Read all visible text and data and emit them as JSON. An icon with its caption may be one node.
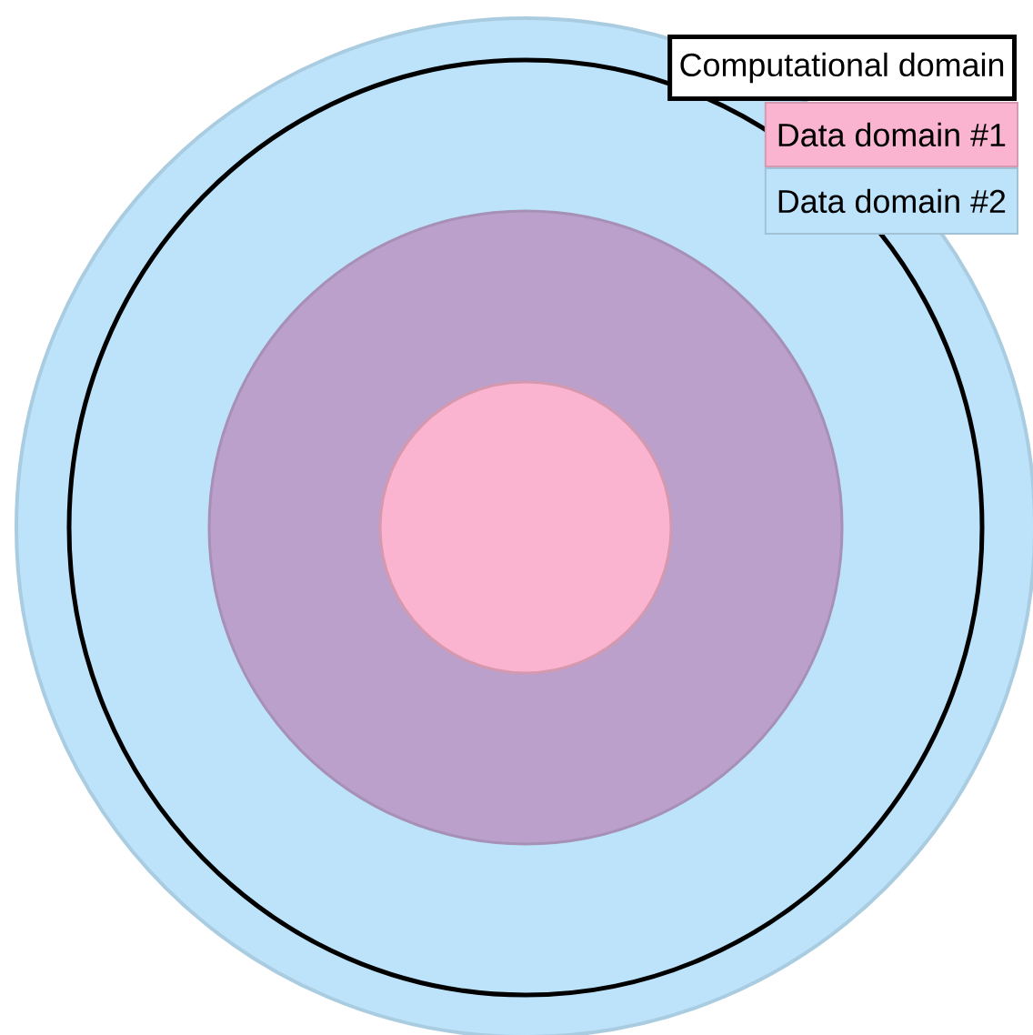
{
  "diagram": {
    "legend": [
      {
        "text": "Computational domain"
      },
      {
        "text": "Data domain #1",
        "color": "#fbb4cf"
      },
      {
        "text": "Data domain #2",
        "color": "#bde3fa"
      }
    ]
  }
}
